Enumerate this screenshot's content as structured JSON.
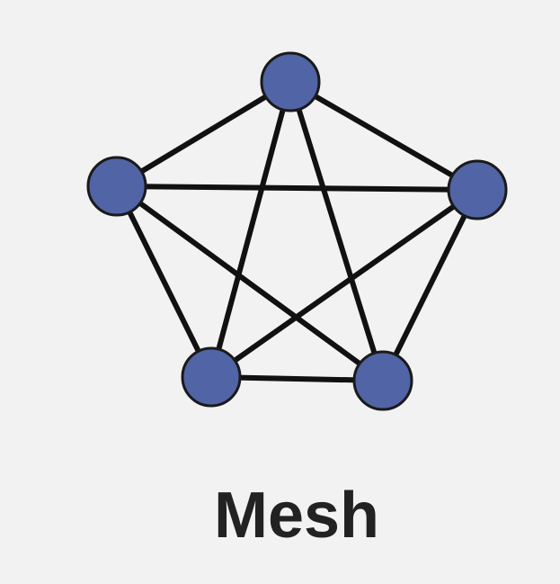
{
  "diagram": {
    "caption": "Mesh",
    "colors": {
      "node_fill": "#5064a6",
      "node_stroke": "#1a1a1a",
      "edge": "#111111",
      "background": "#f2f2f2",
      "caption": "#222222"
    },
    "nodes": [
      {
        "id": "top"
      },
      {
        "id": "left"
      },
      {
        "id": "right"
      },
      {
        "id": "bottom-left"
      },
      {
        "id": "bottom-right"
      }
    ],
    "edges": [
      [
        "top",
        "left"
      ],
      [
        "top",
        "right"
      ],
      [
        "top",
        "bottom-left"
      ],
      [
        "top",
        "bottom-right"
      ],
      [
        "left",
        "right"
      ],
      [
        "left",
        "bottom-left"
      ],
      [
        "left",
        "bottom-right"
      ],
      [
        "right",
        "bottom-left"
      ],
      [
        "right",
        "bottom-right"
      ],
      [
        "bottom-left",
        "bottom-right"
      ]
    ]
  }
}
